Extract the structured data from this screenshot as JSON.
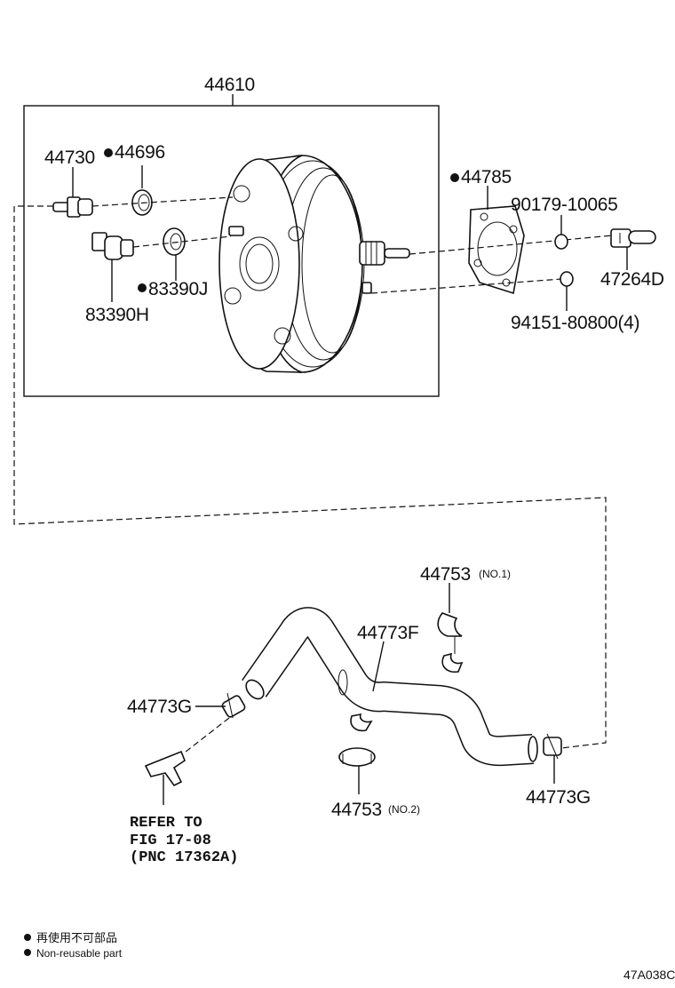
{
  "parts": {
    "booster_assembly": "44610",
    "check_valve": "44730",
    "grommet": "44696",
    "gasket": "44785",
    "nut": "90179-10065",
    "clevis": "47264D",
    "bolt": "94151-80800(4)",
    "grommet_sensor": "83390J",
    "sensor": "83390H",
    "hose": "44773F",
    "clamp_upper": "44753",
    "clamp_upper_note": "(NO.1)",
    "clamp_lower": "44753",
    "clamp_lower_note": "(NO.2)",
    "hose_clip_left": "44773G",
    "hose_clip_right": "44773G"
  },
  "reference": {
    "line1": "REFER TO",
    "line2": "FIG 17-08",
    "line3": "(PNC 17362A)"
  },
  "legend": {
    "non_reusable_cn": "再使用不可部品",
    "non_reusable_en": "Non-reusable part"
  },
  "figure_code": "47A038C"
}
